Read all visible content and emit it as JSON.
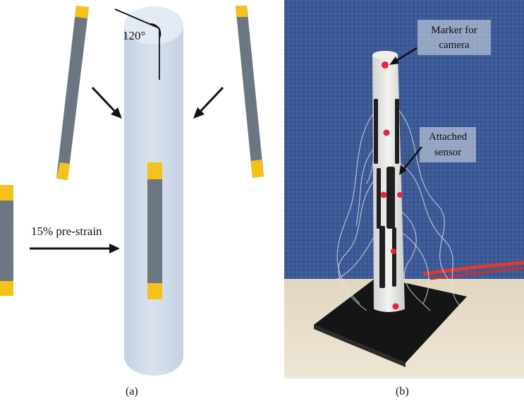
{
  "panel_a": {
    "angle_label": "120°",
    "prestrain_label": "15% pre-strain",
    "caption": "(a)",
    "colors": {
      "cylinder": "#ced9e7",
      "cylinder_top": "#e3e9f2",
      "sensor_body": "#6b7682",
      "sensor_tip": "#f4c21b"
    }
  },
  "panel_b": {
    "marker_label_line1": "Marker for",
    "marker_label_line2": "camera",
    "sensor_label_line1": "Attached",
    "sensor_label_line2": "sensor",
    "caption": "(b)",
    "colors": {
      "background_fabric": "#3d5a98",
      "table": "#e8ddc8",
      "marker": "#e8233b",
      "base_plate": "#151515"
    }
  }
}
